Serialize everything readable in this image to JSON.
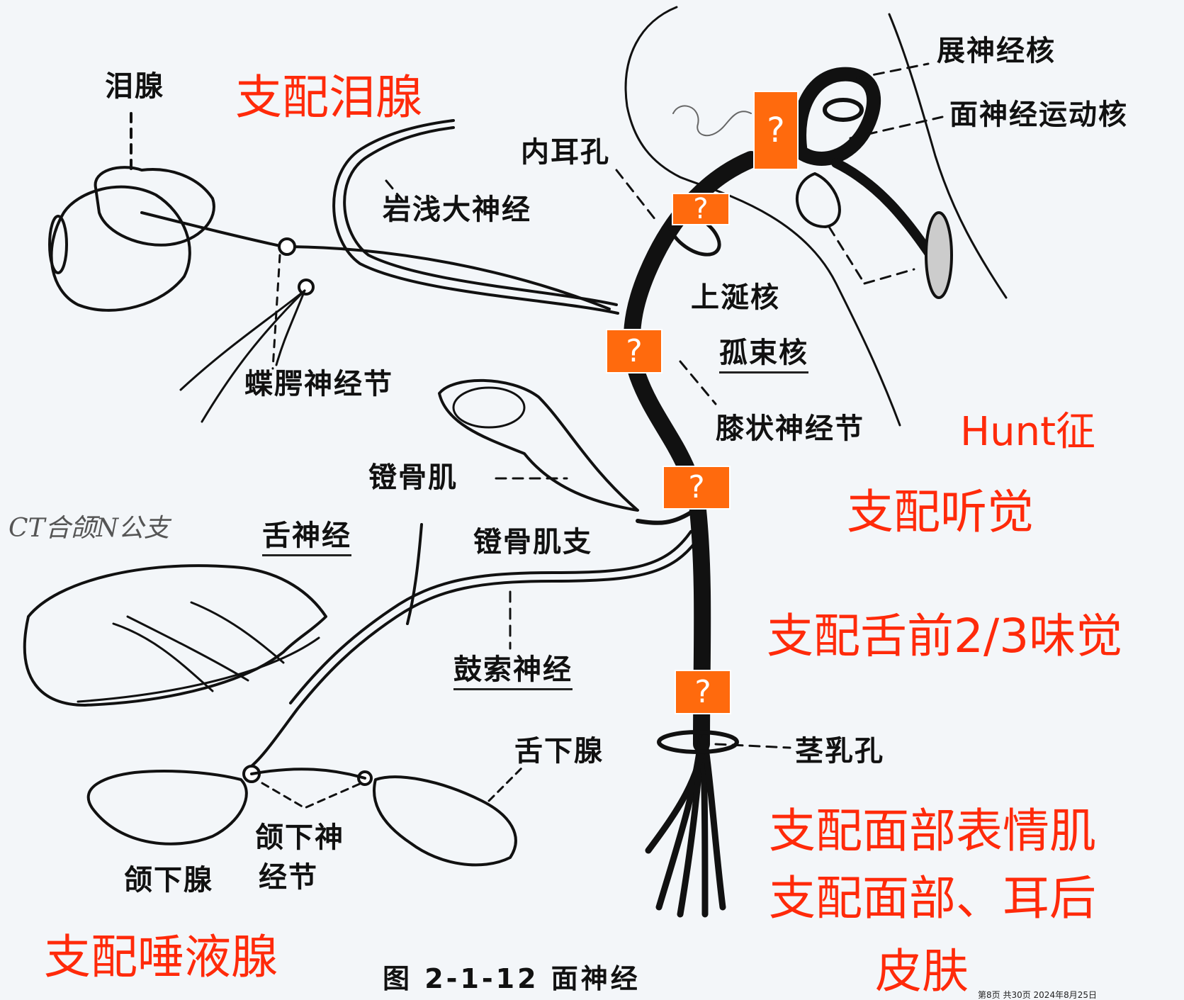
{
  "labels": {
    "lacrimal_gland": "泪腺",
    "internal_acoustic_pore": "内耳孔",
    "greater_petrosal_nerve": "岩浅大神经",
    "pterygopalatine_ganglion": "蝶腭神经节",
    "stapedius": "镫骨肌",
    "lingual_nerve": "舌神经",
    "stapedius_branch": "镫骨肌支",
    "chorda_tympani": "鼓索神经",
    "sublingual_gland": "舌下腺",
    "submandibular_ganglion_1": "颌下神",
    "submandibular_ganglion_2": "经节",
    "submandibular_gland": "颌下腺",
    "abducens_nucleus": "展神经核",
    "facial_motor_nucleus": "面神经运动核",
    "superior_salivatory_nucleus": "上涎核",
    "solitary_nucleus": "孤束核",
    "geniculate_ganglion": "膝状神经节",
    "stylomastoid_foramen": "茎乳孔",
    "handwritten_ct": "CT合颌N公支"
  },
  "annotations": {
    "lacrimal": "支配泪腺",
    "hunt": "Hunt征",
    "hearing": "支配听觉",
    "taste": "支配舌前2/3味觉",
    "expression": "支配面部表情肌",
    "skin_1": "支配面部、耳后",
    "skin_2": "皮肤",
    "salivary": "支配唾液腺"
  },
  "question_mark": "?",
  "caption": "图 2-1-12    面神经",
  "footer": "第8页  共30页     2024年8月25日",
  "colors": {
    "annotation": "#ff2a0a",
    "question_box": "#ff6a0d",
    "background": "#f3f6f9",
    "ink": "#111111"
  }
}
